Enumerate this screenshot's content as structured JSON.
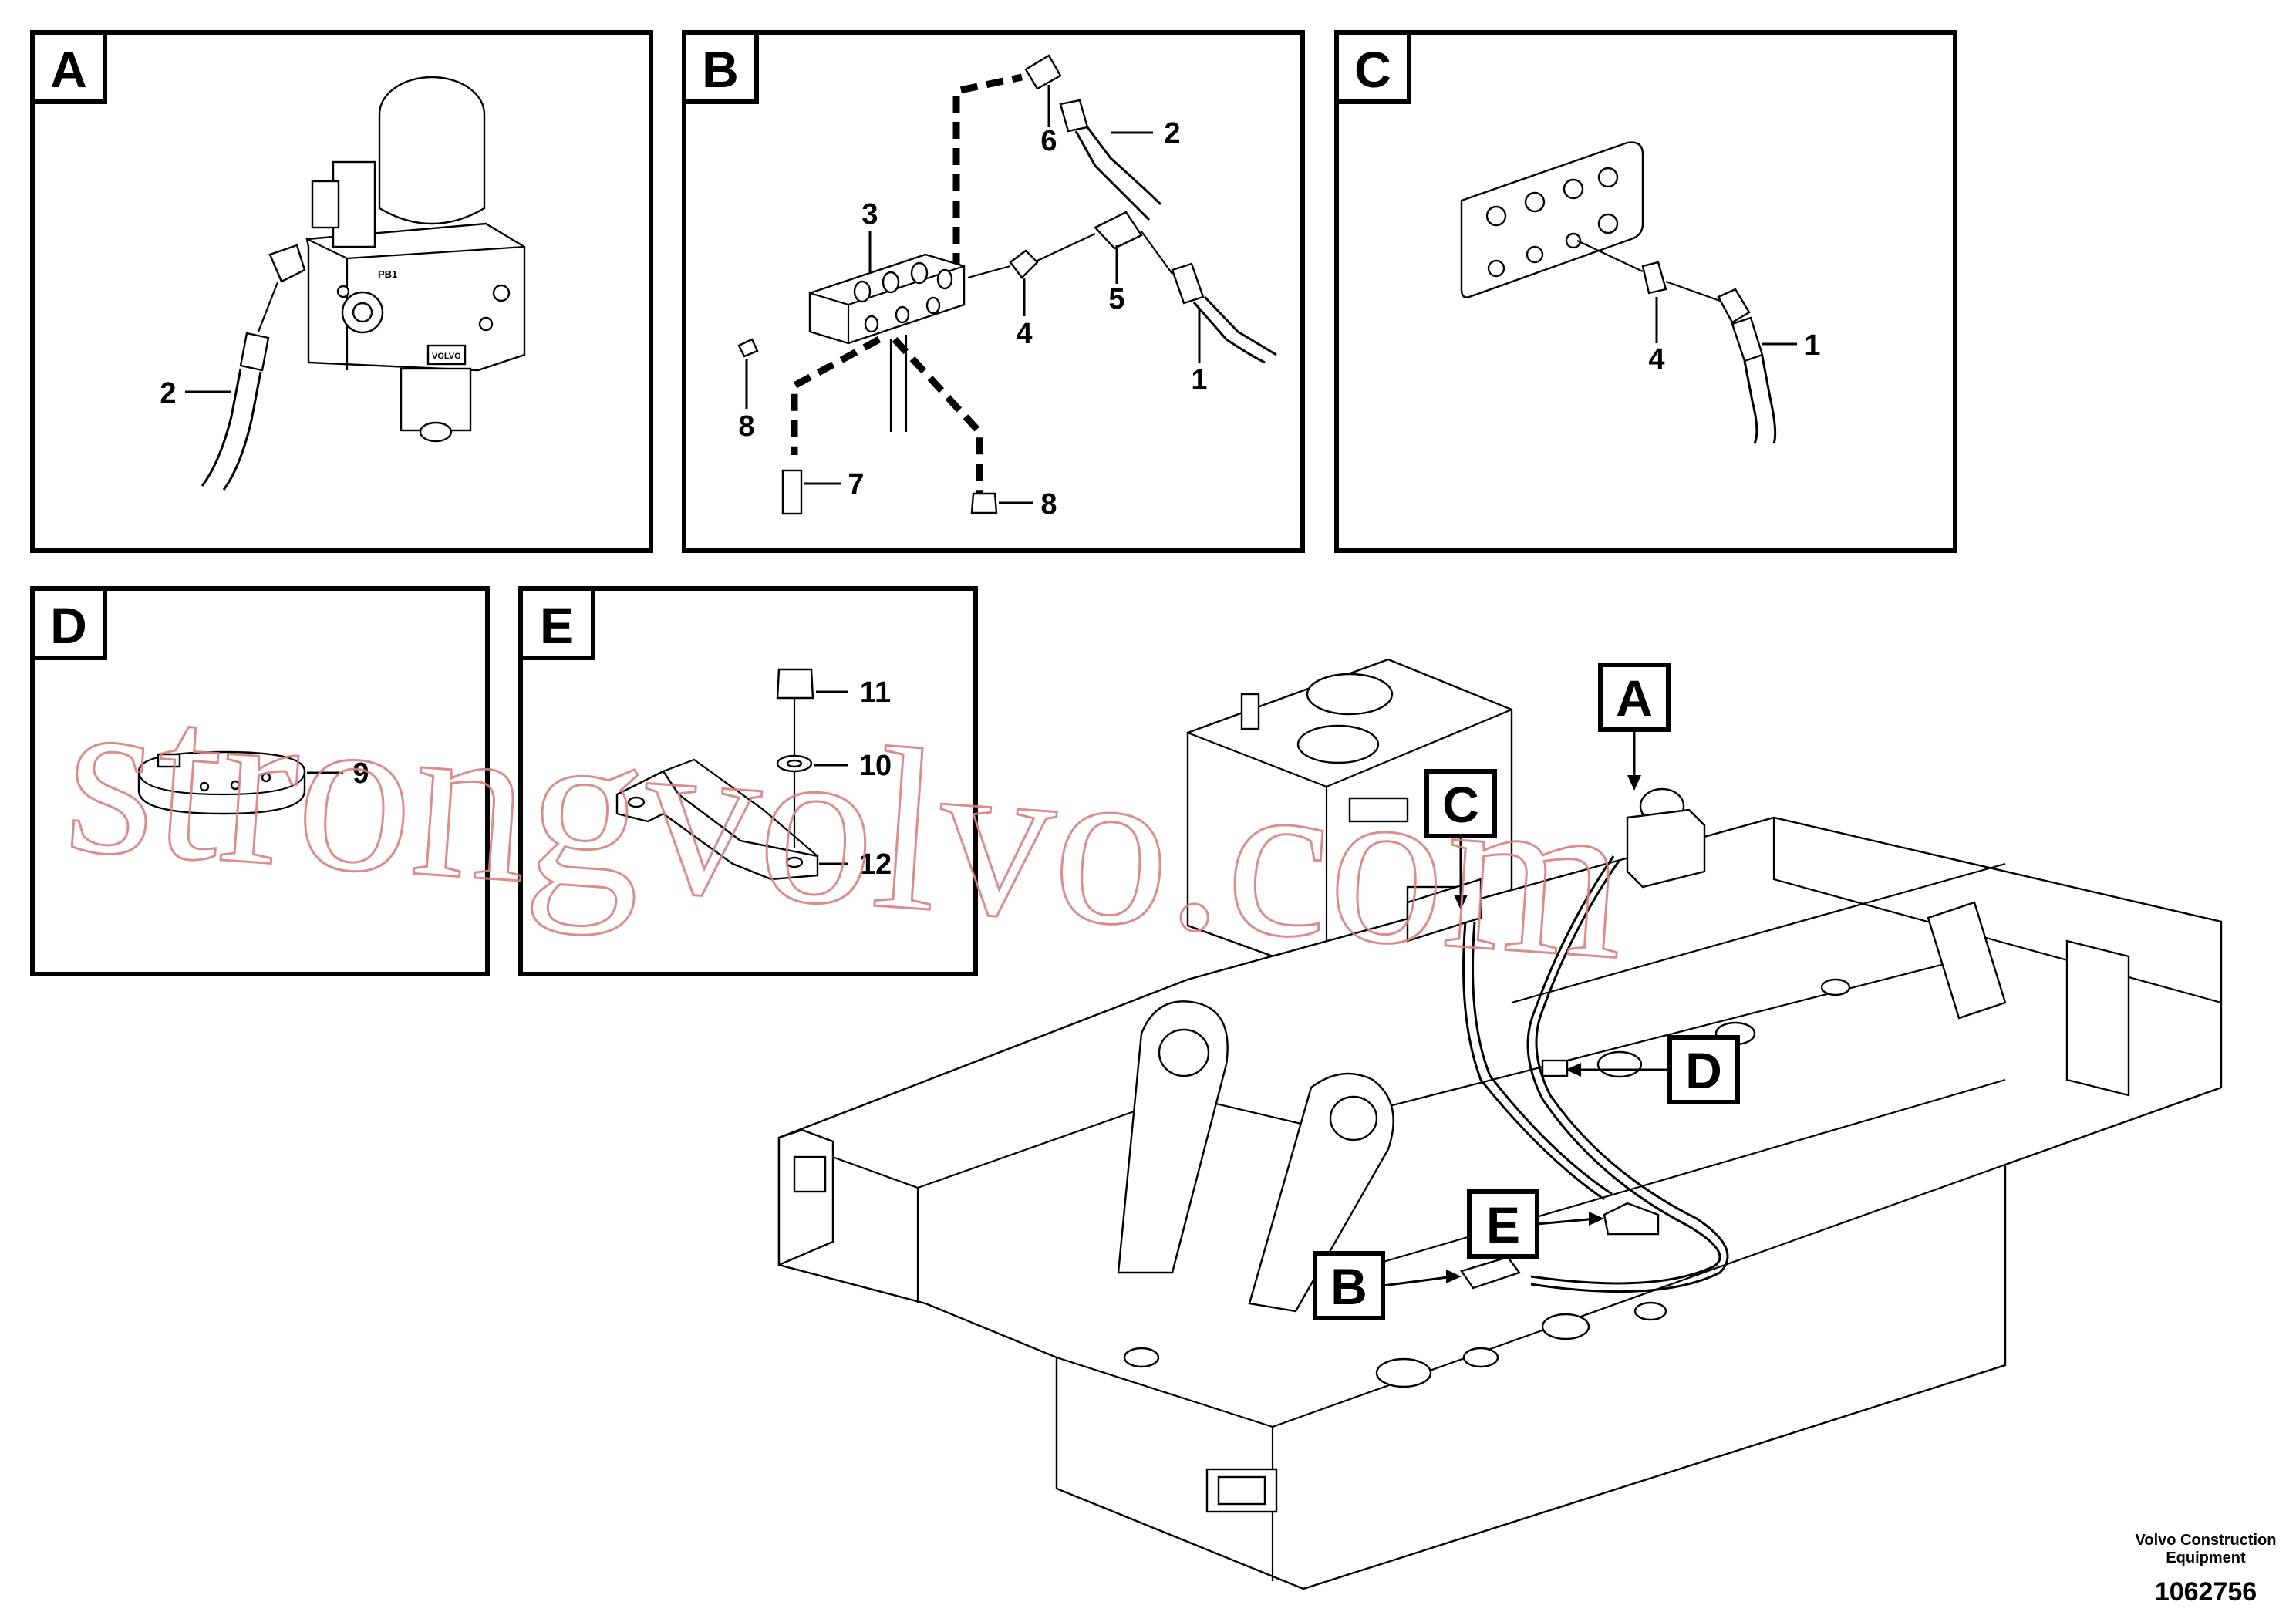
{
  "panels": {
    "A": {
      "letter": "A",
      "callouts": [
        "2"
      ]
    },
    "B": {
      "letter": "B",
      "callouts": [
        "6",
        "2",
        "3",
        "4",
        "5",
        "1",
        "8",
        "7",
        "8"
      ]
    },
    "C": {
      "letter": "C",
      "callouts": [
        "4",
        "1"
      ]
    },
    "D": {
      "letter": "D",
      "callouts": [
        "9"
      ]
    },
    "E": {
      "letter": "E",
      "callouts": [
        "11",
        "10",
        "12"
      ]
    }
  },
  "overview": {
    "labels": [
      "A",
      "C",
      "D",
      "E",
      "B"
    ]
  },
  "valve_text": {
    "port": "PB1",
    "brand": "VOLVO"
  },
  "watermark": "strongvolvo.com",
  "footer": {
    "line1": "Volvo Construction",
    "line2": "Equipment",
    "code": "1062756"
  }
}
